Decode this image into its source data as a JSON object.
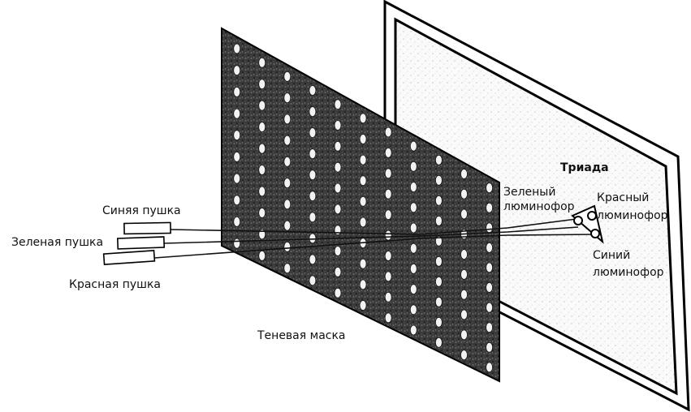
{
  "labels": {
    "blue_gun": "Синяя пушка",
    "green_gun": "Зеленая пушка",
    "red_gun": "Красная пушка",
    "shadow_mask": "Теневая маска",
    "triad": "Триада",
    "green_phosphor_1": "Зеленый",
    "green_phosphor_2": "люминофор",
    "red_phosphor_1": "Красный",
    "red_phosphor_2": "люминофор",
    "blue_phosphor_1": "Синий",
    "blue_phosphor_2": "люминофор"
  }
}
